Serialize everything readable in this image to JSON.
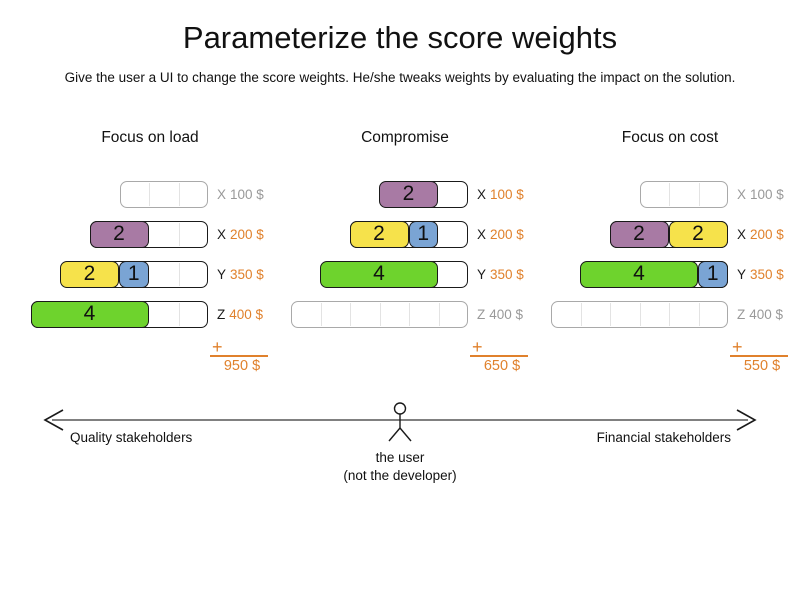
{
  "title": "Parameterize the score weights",
  "subtitle": "Give the user a UI to change the score weights. He/she tweaks weights by evaluating the impact on the solution.",
  "plus_sign": "+",
  "colors": {
    "purple": "#a87aa4",
    "yellow": "#f6e24b",
    "blue": "#7aa4d4",
    "green": "#6ed32d",
    "orange": "#e0812c",
    "inactive_gray": "#999999",
    "active_text": "#1a1a1a",
    "axis_line": "#808080"
  },
  "columns": [
    {
      "title": "Focus on load",
      "total": "950 $",
      "rows": [
        {
          "label_letter": "X",
          "label_price": "100 $",
          "active": false,
          "cells": 3,
          "segments": []
        },
        {
          "label_letter": "X",
          "label_price": "200 $",
          "active": true,
          "cells": 4,
          "segments": [
            {
              "value": "2",
              "color": "purple",
              "span": 2
            }
          ]
        },
        {
          "label_letter": "Y",
          "label_price": "350 $",
          "active": true,
          "cells": 5,
          "segments": [
            {
              "value": "2",
              "color": "yellow",
              "span": 2
            },
            {
              "value": "1",
              "color": "blue",
              "span": 1
            }
          ]
        },
        {
          "label_letter": "Z",
          "label_price": "400 $",
          "active": true,
          "cells": 6,
          "segments": [
            {
              "value": "4",
              "color": "green",
              "span": 4
            }
          ]
        }
      ]
    },
    {
      "title": "Compromise",
      "total": "650 $",
      "rows": [
        {
          "label_letter": "X",
          "label_price": "100 $",
          "active": true,
          "cells": 3,
          "segments": [
            {
              "value": "2",
              "color": "purple",
              "span": 2
            }
          ]
        },
        {
          "label_letter": "X",
          "label_price": "200 $",
          "active": true,
          "cells": 4,
          "segments": [
            {
              "value": "2",
              "color": "yellow",
              "span": 2
            },
            {
              "value": "1",
              "color": "blue",
              "span": 1
            }
          ]
        },
        {
          "label_letter": "Y",
          "label_price": "350 $",
          "active": true,
          "cells": 5,
          "segments": [
            {
              "value": "4",
              "color": "green",
              "span": 4
            }
          ]
        },
        {
          "label_letter": "Z",
          "label_price": "400 $",
          "active": false,
          "cells": 6,
          "segments": []
        }
      ]
    },
    {
      "title": "Focus on cost",
      "total": "550 $",
      "rows": [
        {
          "label_letter": "X",
          "label_price": "100 $",
          "active": false,
          "cells": 3,
          "segments": []
        },
        {
          "label_letter": "X",
          "label_price": "200 $",
          "active": true,
          "cells": 4,
          "segments": [
            {
              "value": "2",
              "color": "purple",
              "span": 2
            },
            {
              "value": "2",
              "color": "yellow",
              "span": 2
            }
          ]
        },
        {
          "label_letter": "Y",
          "label_price": "350 $",
          "active": true,
          "cells": 5,
          "segments": [
            {
              "value": "4",
              "color": "green",
              "span": 4
            },
            {
              "value": "1",
              "color": "blue",
              "span": 1
            }
          ]
        },
        {
          "label_letter": "Z",
          "label_price": "400 $",
          "active": false,
          "cells": 6,
          "segments": []
        }
      ]
    }
  ],
  "axis": {
    "left_label": "Quality stakeholders",
    "right_label": "Financial stakeholders",
    "user_line1": "the user",
    "user_line2": "(not the developer)"
  }
}
